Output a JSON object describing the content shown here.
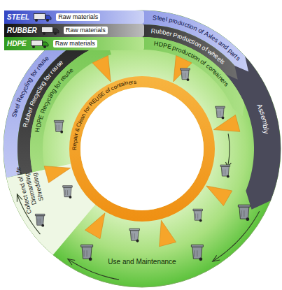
{
  "diagram": {
    "nodes": [
      {
        "text": [
          "STEEL",
          "Raw materials"
        ]
      },
      {
        "text": [
          "RUBBER",
          "Raw materials"
        ]
      },
      {
        "text": [
          "HDPE",
          "Raw materials"
        ]
      }
    ],
    "labels": [
      "Steel production of Axles and parts",
      "Rubber Production of wheels",
      "HDPE production of containers",
      "Assembly",
      "Use and Maintenance",
      "Collect end of life Dismantling Shredding",
      "HDPE Recycling for reuse",
      "Rubber Recycling for reuse",
      "Steel Recycling for reuse",
      "Repair & Clean for REUSE of containers"
    ]
  }
}
